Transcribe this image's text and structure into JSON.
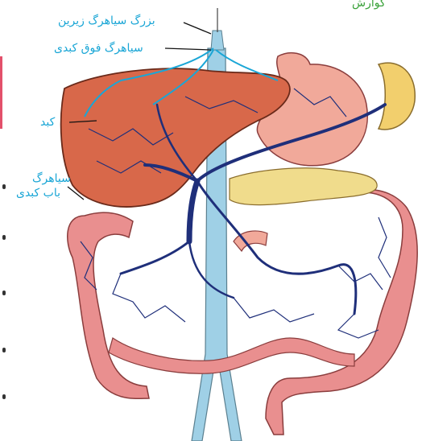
{
  "labels": {
    "ivc": "بزرگ سیاهرگ زیرین",
    "hepatic_vein": "سیاهرگ فوق کبدی",
    "liver": "کبد",
    "portal_vein_line1": "سیاهرگ",
    "portal_vein_line2": "باب کبدی",
    "top_right_cut": "گوارش"
  },
  "colors": {
    "label_text": "#1aa6d6",
    "vena_cava": "#9fd0e6",
    "portal_vessels": "#1f2f7a",
    "liver": "#d8684a",
    "intestine": "#e98f8f",
    "stomach": "#f1a99a",
    "spleen": "#f2cf6d",
    "pancreas": "#f0dc8c"
  }
}
